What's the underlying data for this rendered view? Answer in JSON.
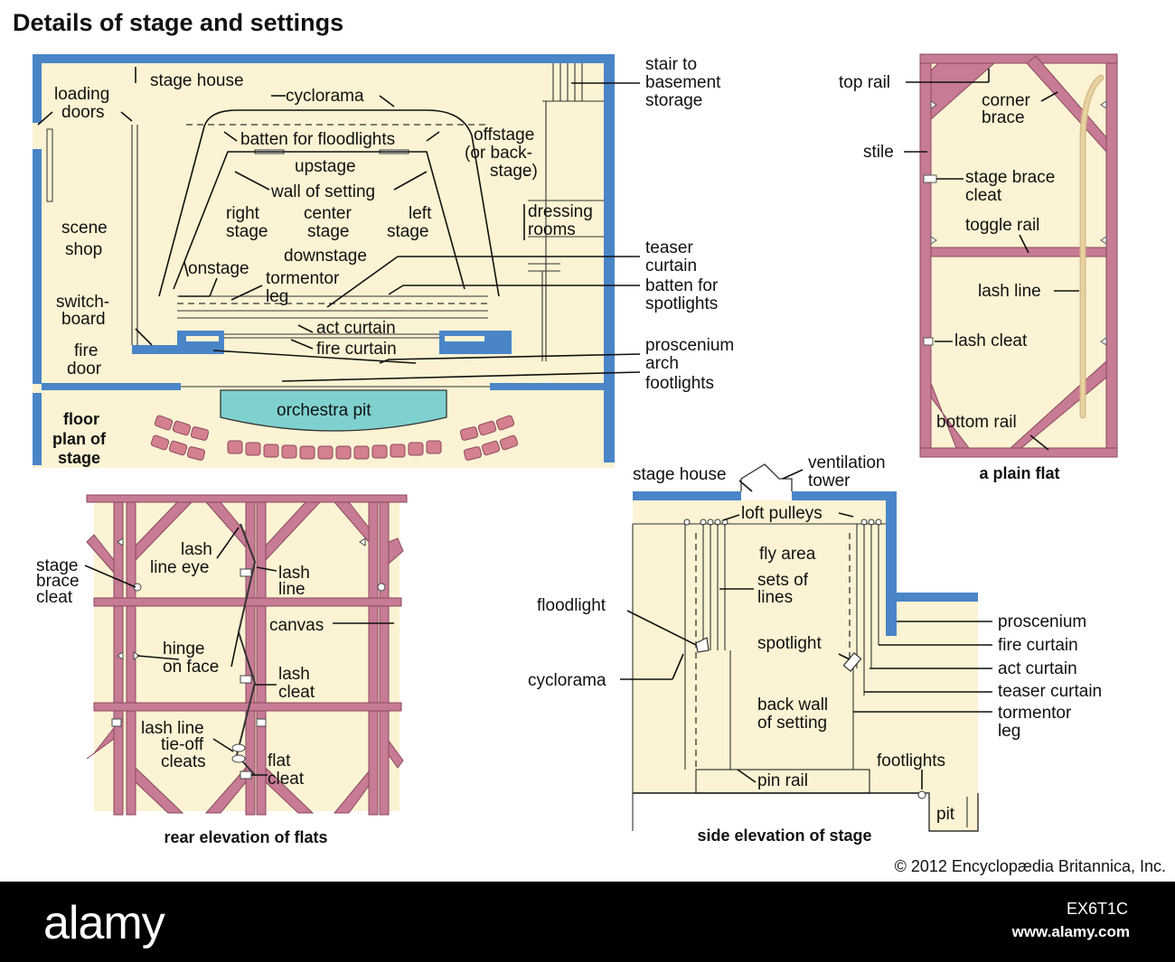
{
  "title": "Details of stage and settings",
  "copyright": "© 2012 Encyclopædia Britannica, Inc.",
  "colors": {
    "wall": "#4a85c8",
    "floor": "#fbf3d3",
    "flat_frame": "#c77b94",
    "flat_frame_dark": "#8b4a5e",
    "orchestra_pit": "#7fd1cf",
    "seats": "#d4808f",
    "rope": "#e8d2a2"
  },
  "floor_plan": {
    "caption": [
      "floor",
      "plan of",
      "stage"
    ],
    "labels": {
      "stage_house": "stage house",
      "loading_doors": [
        "loading",
        "doors"
      ],
      "cyclorama": "cyclorama",
      "stair": [
        "stair to",
        "basement",
        "storage"
      ],
      "batten_floodlights": "batten for floodlights",
      "offstage": [
        "offstage",
        "(or back-",
        "stage)"
      ],
      "upstage": "upstage",
      "wall_of_setting": "wall of setting",
      "scene_shop": [
        "scene",
        "shop"
      ],
      "right_stage": [
        "right",
        "stage"
      ],
      "center_stage": [
        "center",
        "stage"
      ],
      "left_stage": [
        "left",
        "stage"
      ],
      "dressing_rooms": [
        "dressing",
        "rooms"
      ],
      "downstage": "downstage",
      "teaser_curtain": [
        "teaser",
        "curtain"
      ],
      "onstage": "onstage",
      "tormentor_leg": [
        "tormentor",
        "leg"
      ],
      "batten_spotlights": [
        "batten for",
        "spotlights"
      ],
      "switchboard": [
        "switch-",
        "board"
      ],
      "act_curtain": "act curtain",
      "fire_curtain": "fire curtain",
      "fire_door": [
        "fire",
        "door"
      ],
      "proscenium_arch": [
        "proscenium",
        "arch"
      ],
      "footlights": "footlights",
      "orchestra_pit": "orchestra pit"
    }
  },
  "plain_flat": {
    "caption": "a plain flat",
    "labels": {
      "top_rail": "top rail",
      "corner_brace": [
        "corner",
        "brace"
      ],
      "stile": "stile",
      "stage_brace_cleat": [
        "stage brace",
        "cleat"
      ],
      "toggle_rail": "toggle rail",
      "lash_line": "lash line",
      "lash_cleat": "lash cleat",
      "bottom_rail": "bottom rail"
    }
  },
  "rear_elevation": {
    "caption": "rear elevation of flats",
    "labels": {
      "stage_brace_cleat": [
        "stage",
        "brace",
        "cleat"
      ],
      "lash_line_eye": [
        "lash",
        "line eye"
      ],
      "lash_line": [
        "lash",
        "line"
      ],
      "canvas": "canvas",
      "hinge_on_face": [
        "hinge",
        "on face"
      ],
      "lash_cleat": [
        "lash",
        "cleat"
      ],
      "tie_off_cleats": [
        "lash line",
        "tie-off",
        "cleats"
      ],
      "flat_cleat": [
        "flat",
        "cleat"
      ]
    }
  },
  "side_elevation": {
    "caption": "side elevation of stage",
    "labels": {
      "stage_house": "stage house",
      "ventilation_tower": [
        "ventilation",
        "tower"
      ],
      "loft_pulleys": "loft pulleys",
      "fly_area": "fly area",
      "sets_of_lines": [
        "sets of",
        "lines"
      ],
      "floodlight": "floodlight",
      "proscenium": "proscenium",
      "fire_curtain": "fire curtain",
      "spotlight": "spotlight",
      "act_curtain": "act curtain",
      "cyclorama": "cyclorama",
      "teaser_curtain": "teaser curtain",
      "back_wall": [
        "back wall",
        "of setting"
      ],
      "tormentor_leg": [
        "tormentor",
        "leg"
      ],
      "footlights": "footlights",
      "pin_rail": "pin rail",
      "pit": "pit"
    }
  },
  "footer": {
    "logo": "alamy",
    "image_code": "EX6T1C",
    "url": "www.alamy.com"
  }
}
